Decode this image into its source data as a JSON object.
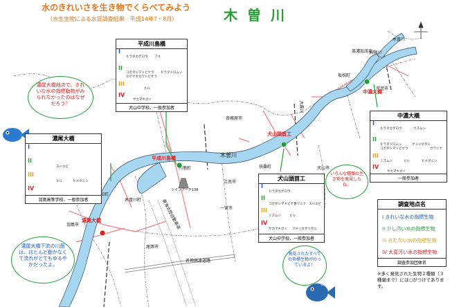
{
  "title": "水のきれいさを生き物でくらべてみよう",
  "subtitle": "（水生生物による水質調査結果　平成14年7・8月）",
  "river_name": "木曽川",
  "colors": {
    "water_I": "#1a5cd0",
    "water_II": "#21a137",
    "water_III": "#e8a010",
    "water_IV": "#e02020",
    "river": "#a7d7f0",
    "roads": "#f28080"
  },
  "compass_icon": "north-arrow",
  "places": {
    "mino_kamo": "美濃加茂市",
    "sakahogi": "坂祝町",
    "kani": "可児市",
    "kakamigahara": "各務原市",
    "kawashima": "川島町",
    "inuyama": "犬山市",
    "fuso": "扶桑町",
    "konan": "江南市",
    "ichinomiya": "一宮市",
    "kasamatsu": "笠松町",
    "hashima": "羽島市",
    "kisogawa_town": "木曽川町",
    "bisai": "尾西市",
    "tokai_hokuriku": "東海北陸自動車道",
    "meishin": "名神高速道路",
    "kisogawa_label": "木曽川",
    "ohmori": "大森川",
    "hidagawa": "飛騨川",
    "kiso_r": "木曽川"
  },
  "sites": {
    "nakano_ohashi": "中濃大橋",
    "inuyama_toshuko": "犬山頭首工",
    "heisei_kawashima": "平成川島橋",
    "hamao_ohashi": "濃尾大橋"
  },
  "panels": {
    "kawashima": {
      "title": "平成川島橋",
      "footer": "犬山中学校、一般参加者",
      "species_I": [
        "ヒラタカゲロウ",
        "ブユ"
      ],
      "species_II": [
        "コガタシマトビケラ",
        "ヒラタドロムシ",
        "ヒゲナガカワトビケラ"
      ],
      "species_III": [
        "ヒル"
      ],
      "species_IV": [
        "サカマキガイ"
      ]
    },
    "nakano": {
      "title": "中濃大橋",
      "footer": "一般参加者",
      "species_I": [
        "ヒラタカゲロウ",
        "ウズムシ"
      ],
      "species_II": [
        "ヒラタドロムシ",
        "コガタシマトビケラ",
        "ゲンジボタル",
        "カワニナ"
      ],
      "species_III": [
        "ミズムシ",
        "ヒル",
        "ヒメタニシ"
      ],
      "species_IV": [
        "サカマキガイ"
      ]
    },
    "inuyama": {
      "title": "犬山頭首工",
      "footer": "犬山中学校、一般参加者",
      "species_I": [
        "ヒラタカゲロウ"
      ],
      "species_II": [
        "コガタシマトビケラ",
        "カワニナ",
        "スジエビ"
      ],
      "species_III": [
        "ミズムシ",
        "ヒル"
      ],
      "species_IV": [
        "サカマキガイ",
        "アメリカザリガニ"
      ]
    },
    "hamao": {
      "title": "濃尾大橋",
      "footer": "羽島高等学校、一般参加者",
      "species_I": [],
      "species_II": [
        "スジエビ"
      ],
      "species_III": [
        "ヒル",
        "ヒメタニシ"
      ],
      "species_IV": []
    }
  },
  "bubbles": {
    "q1": "濃尾大橋地点で、きれいな水の指標動物がみられなかったのはなぜだろう？",
    "q2": "濃尾大橋下流の川面は、ほとんど動かなくて流れがとてもゆるやかだったよ。",
    "q3": "いろんな種類の生き物を発見したね。",
    "q4": "発見されたすべての指標生物がのっているよ！"
  },
  "legend": {
    "title": "調査地点名",
    "items": [
      {
        "num": "I",
        "text": "きれいな水の指標生物"
      },
      {
        "num": "II",
        "text": "少し汚い水の指標生物"
      },
      {
        "num": "III",
        "text": "きたない水の指標生物"
      },
      {
        "num": "IV",
        "text": "大変汚い水の指標生物"
      }
    ],
    "footer": "調査参加団体名"
  },
  "note": "※多く発見された生物２種類（３種類まで）には○がつけてあります。",
  "dam_label": "ツインアーチ138"
}
